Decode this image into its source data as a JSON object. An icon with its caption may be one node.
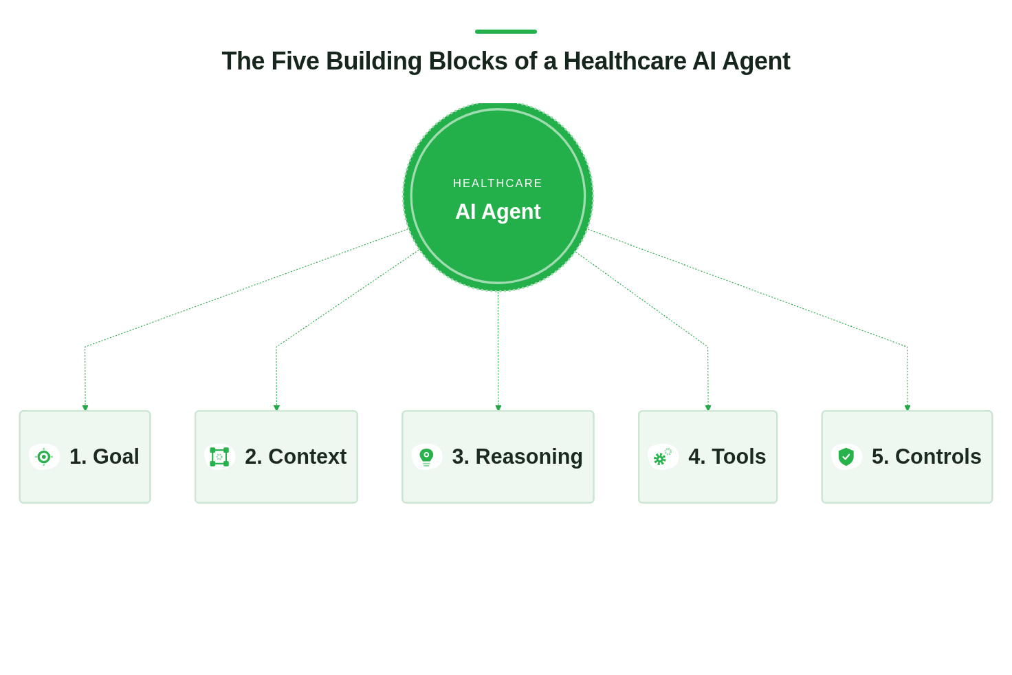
{
  "diagram": {
    "title": "The Five Building Blocks of a Healthcare AI Agent",
    "nodes": [
      {
        "text": [
          "1. Goal"
        ]
      },
      {
        "text": [
          "5. Controls"
        ]
      },
      {
        "text": [
          "2. Context"
        ]
      },
      {
        "text": [
          "HEALTHCARE",
          "AI Agent"
        ]
      },
      {
        "text": [
          "4. Tools"
        ]
      },
      {
        "text": [
          "3. Reasoning"
        ]
      }
    ],
    "edges": [
      {
        "from": 3,
        "to": 0,
        "arrow": "to",
        "style": "dashed"
      },
      {
        "from": 3,
        "to": 2,
        "arrow": "to",
        "style": "dashed"
      },
      {
        "from": 3,
        "to": 5,
        "arrow": "to",
        "style": "dashed"
      },
      {
        "from": 3,
        "to": 4,
        "arrow": "to",
        "style": "dashed"
      },
      {
        "from": 3,
        "to": 1,
        "arrow": "to",
        "style": "dashed"
      }
    ]
  }
}
